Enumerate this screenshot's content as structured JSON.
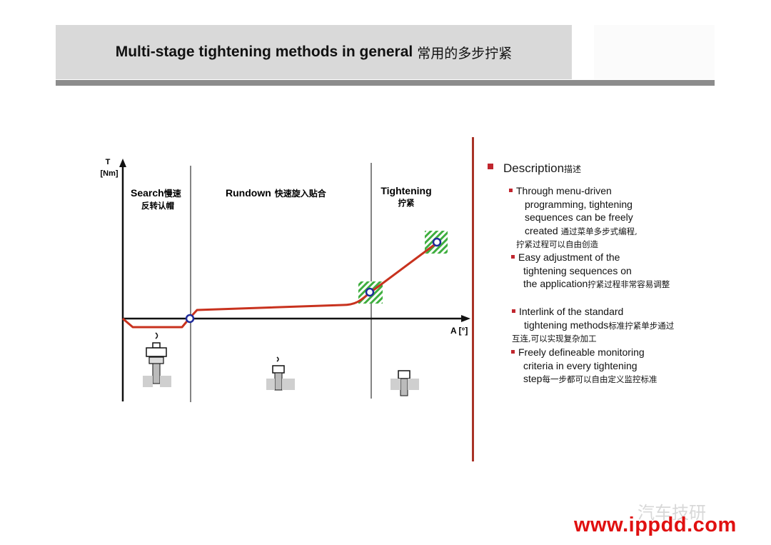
{
  "header": {
    "title_en": "Multi-stage tightening methods in general",
    "title_zh": "常用的多步拧紧"
  },
  "diagram": {
    "y_axis_label_1": "T",
    "y_axis_label_2": "[Nm]",
    "x_axis_label": "A [°]",
    "phases": [
      {
        "name": "Search",
        "name_zh": "慢速",
        "line2": "反转认帽"
      },
      {
        "name": "Rundown",
        "name_zh": "快速旋入贴合",
        "line2": ""
      },
      {
        "name": "Tightening",
        "name_zh": "",
        "line2": "拧紧"
      }
    ],
    "colors": {
      "curve": "#c8321e",
      "marker": "#1e2a9a",
      "hatch": "#3fae3f",
      "axis": "#111111",
      "separator": "#a93226",
      "bullet": "#c0262e"
    }
  },
  "description": {
    "title": "Description",
    "title_zh": "描述",
    "items": [
      {
        "lines": [
          "Through menu-driven",
          "programming, tightening",
          "sequences can be freely",
          "created"
        ],
        "zh_inline": "通过菜单多步式编程,",
        "zh_line": "拧紧过程可以自由创造"
      },
      {
        "lines": [
          "Easy adjustment of the",
          "tightening sequences on",
          "the application"
        ],
        "zh_inline": "拧紧过程非常容易调整",
        "zh_line": ""
      },
      {
        "lines": [
          "Interlink of the standard",
          "tightening methods"
        ],
        "zh_inline": "标准拧紧单步通过",
        "zh_line": "互连,可以实现复杂加工"
      },
      {
        "lines": [
          "Freely defineable monitoring",
          "criteria in every tightening",
          "step"
        ],
        "zh_inline": "每一步都可以自由定义监控标准",
        "zh_line": ""
      }
    ]
  },
  "watermark": {
    "cn": "汽车技研",
    "url": "www.ippdd.com"
  }
}
